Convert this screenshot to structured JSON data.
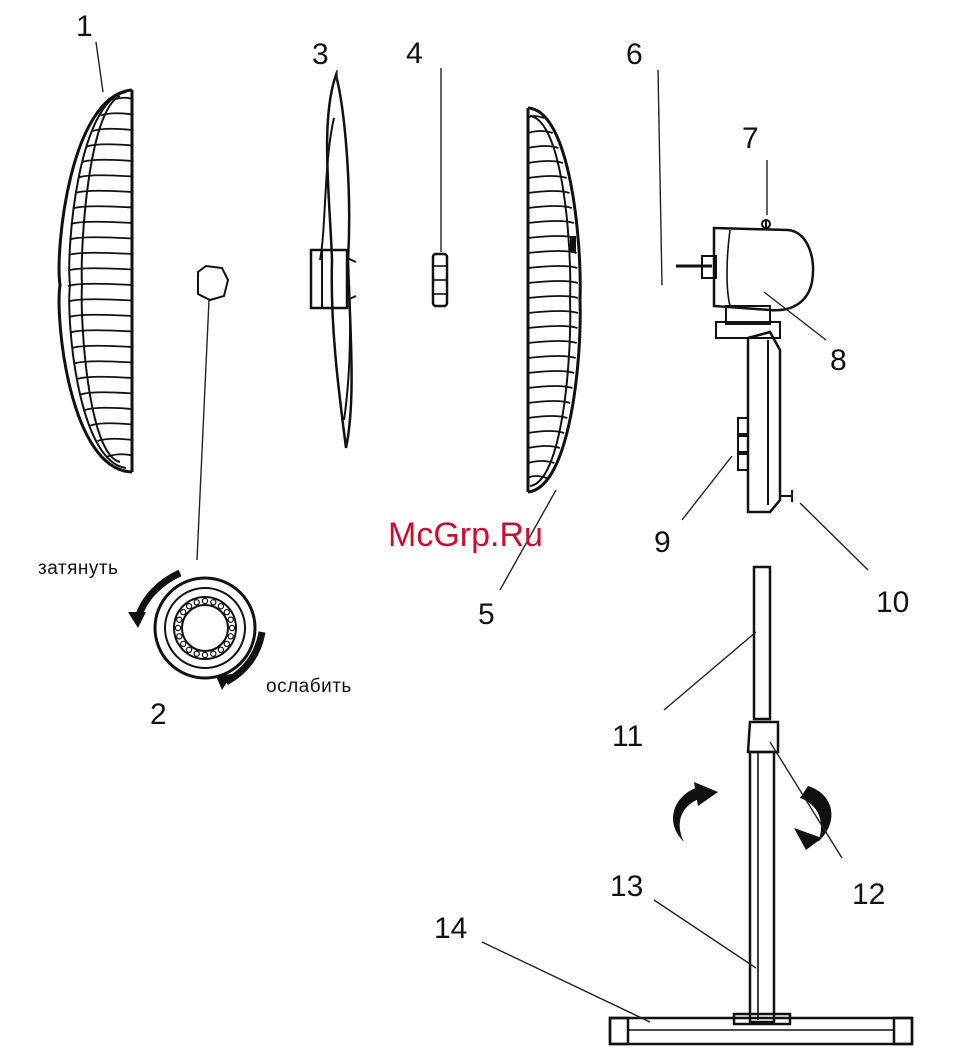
{
  "labels": {
    "p1": "1",
    "p2": "2",
    "p3": "3",
    "p4": "4",
    "p5": "5",
    "p6": "6",
    "p7": "7",
    "p8": "8",
    "p9": "9",
    "p10": "10",
    "p11": "11",
    "p12": "12",
    "p13": "13",
    "p14": "14"
  },
  "words": {
    "tighten": "затянуть",
    "loosen": "ослабить"
  },
  "watermark": "McGrp.Ru",
  "colors": {
    "line": "#111111",
    "watermark": "#c8102e",
    "background": "#ffffff"
  }
}
